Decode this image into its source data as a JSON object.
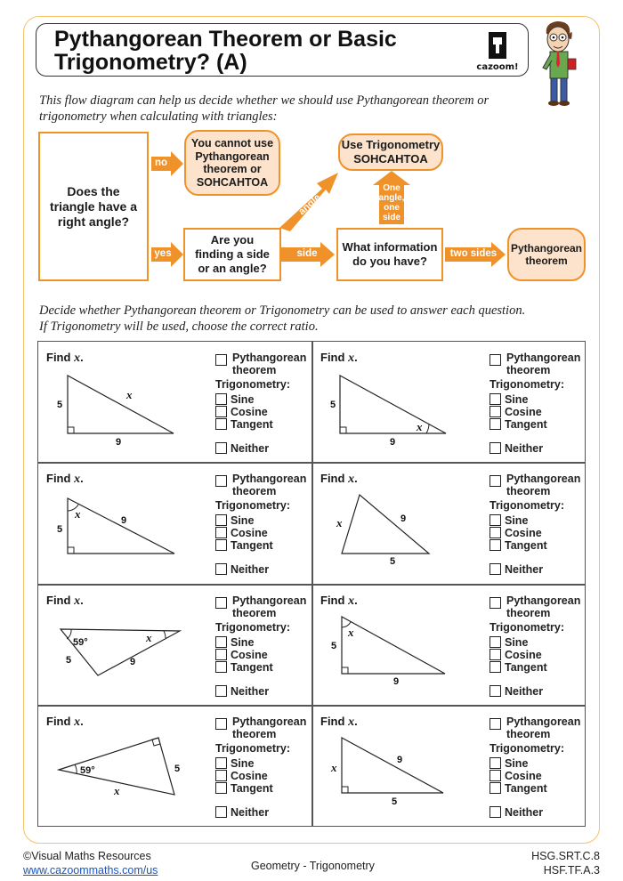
{
  "header": {
    "title_line1": "Pythangorean Theorem or Basic",
    "title_line2": "Trigonometry? (A)",
    "logo_text": "cazoom!"
  },
  "intro": {
    "line1": "This flow diagram can help us decide whether we should use Pythangorean theorem or",
    "line2": "trigonometry when calculating with triangles:"
  },
  "flow": {
    "start_line1": "Does the",
    "start_line2": "triangle have a",
    "start_line3": "right angle?",
    "no_label": "no",
    "yes_label": "yes",
    "cannot_line1": "You cannot use",
    "cannot_line2": "Pythangorean",
    "cannot_line3": "theorem or",
    "cannot_line4": "SOHCAHTOA",
    "finding_line1": "Are you",
    "finding_line2": "finding a side",
    "finding_line3": "or an angle?",
    "angle_label": "angle",
    "side_label": "side",
    "use_trig_line1": "Use Trigonometry",
    "use_trig_line2": "SOHCAHTOA",
    "one_angle_line1": "One",
    "one_angle_line2": "angle,",
    "one_angle_line3": "one",
    "one_angle_line4": "side",
    "info_line1": "What information",
    "info_line2": "do you have?",
    "two_sides_label": "two sides",
    "pyth_line1": "Pythangorean",
    "pyth_line2": "theorem",
    "accent_color": "#f0922a",
    "fill_color": "#fde3cc"
  },
  "instructions": {
    "line1": "Decide whether Pythangorean theorem or Trigonometry can be used to answer each question.",
    "line2": "If Trigonometry will be used, choose the correct ratio."
  },
  "options": {
    "find": "Find",
    "x": "x",
    "pyth_line1": "Pythangorean",
    "pyth_line2": "theorem",
    "trig": "Trigonometry:",
    "sine": "Sine",
    "cosine": "Cosine",
    "tangent": "Tangent",
    "neither": "Neither"
  },
  "questions": [
    {
      "labels": [
        "5",
        "9",
        "x"
      ]
    },
    {
      "labels": [
        "5",
        "9",
        "x"
      ]
    },
    {
      "labels": [
        "x",
        "5",
        "9"
      ]
    },
    {
      "labels": [
        "x",
        "9",
        "5"
      ]
    },
    {
      "labels": [
        "59°",
        "x",
        "5",
        "9"
      ]
    },
    {
      "labels": [
        "x",
        "5",
        "9"
      ]
    },
    {
      "labels": [
        "5",
        "59°",
        "x"
      ]
    },
    {
      "labels": [
        "9",
        "x",
        "5"
      ]
    }
  ],
  "footer": {
    "copyright": "©Visual Maths Resources",
    "url": "www.cazoommaths.com/us",
    "topic": "Geometry - Trigonometry",
    "standard1": "HSG.SRT.C.8",
    "standard2": "HSF.TF.A.3"
  }
}
